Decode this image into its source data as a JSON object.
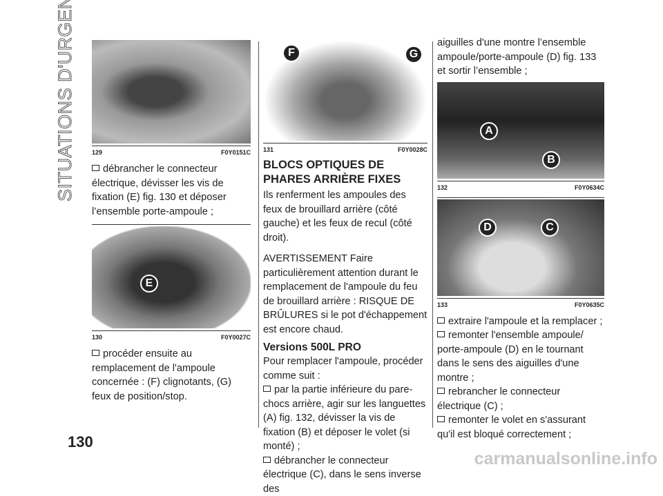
{
  "side_title": "SITUATIONS D'URGENCE",
  "page_number": "130",
  "watermark": "carmanualsonline.info",
  "col1": {
    "fig129": {
      "num": "129",
      "code": "F0Y0151C"
    },
    "step1": "débrancher le connecteur électrique, dévisser les vis de fixation (E) fig. 130 et déposer l’ensemble porte-ampoule ;",
    "fig130": {
      "num": "130",
      "code": "F0Y0027C",
      "label": "E"
    },
    "step2": "procéder ensuite au remplacement de l'ampoule concernée : (F) clignotants, (G) feux de position/stop."
  },
  "col2": {
    "fig131": {
      "num": "131",
      "code": "F0Y0028C",
      "label_f": "F",
      "label_g": "G"
    },
    "heading": "BLOCS OPTIQUES DE PHARES ARRIÈRE FIXES",
    "intro": "Ils renferment les ampoules des feux de brouillard arrière (côté gauche) et les feux de recul (côté droit).",
    "warning": "AVERTISSEMENT Faire particulièrement attention durant le remplacement de l'ampoule du feu de brouillard arrière : RISQUE DE BRÛLURES si le pot d'échappement est encore chaud.",
    "subheading": "Versions 500L PRO",
    "sub_intro": "Pour remplacer l'ampoule, procéder comme suit :",
    "step1": "par la partie inférieure du pare-chocs arrière, agir sur les languettes (A) fig. 132, dévisser la vis de fixation (B) et déposer le volet (si monté) ;",
    "step2": "débrancher le connecteur électrique (C), dans le sens inverse des"
  },
  "col3": {
    "cont": "aiguilles d'une montre l’ensemble ampoule/porte-ampoule (D) fig. 133 et sortir l’ensemble ;",
    "fig132": {
      "num": "132",
      "code": "F0Y0634C",
      "label_a": "A",
      "label_b": "B"
    },
    "fig133": {
      "num": "133",
      "code": "F0Y0635C",
      "label_d": "D",
      "label_c": "C"
    },
    "steps": [
      "extraire l'ampoule et la remplacer ;",
      "remonter l'ensemble ampoule/ porte-ampoule (D) en le tournant dans le sens des aiguilles d'une montre ;",
      "rebrancher le connecteur électrique (C) ;",
      "remonter le volet en s'assurant qu'il est bloqué correctement ;"
    ]
  }
}
